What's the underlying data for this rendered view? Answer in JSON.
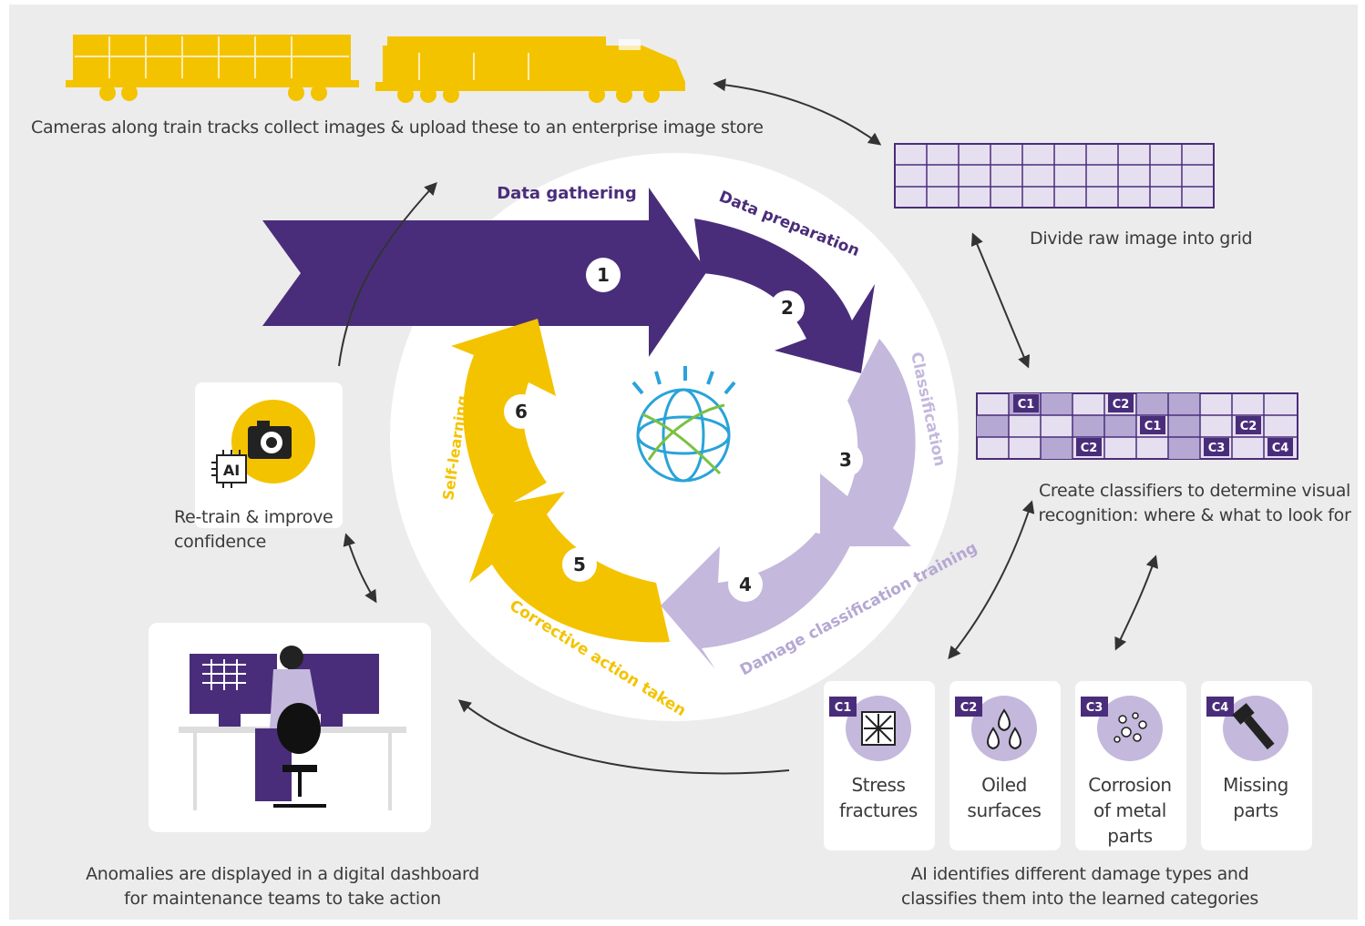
{
  "steps": [
    {
      "number": "1",
      "label": "Data gathering"
    },
    {
      "number": "2",
      "label": "Data preparation"
    },
    {
      "number": "3",
      "label": "Classification"
    },
    {
      "number": "4",
      "label": "Damage classification training"
    },
    {
      "number": "5",
      "label": "Corrective action taken"
    },
    {
      "number": "6",
      "label": "Self-learning"
    }
  ],
  "captions": {
    "cameras": "Cameras along train tracks collect images & upload these to an enterprise image store",
    "grid": "Divide raw image into grid",
    "classifiers_line1": "Create classifiers to determine visual",
    "classifiers_line2": "recognition: where & what to look for",
    "retrain_line1": "Re-train & improve",
    "retrain_line2": "confidence",
    "dashboard_line1": "Anomalies are displayed in a digital dashboard",
    "dashboard_line2": "for maintenance teams to take action",
    "identify_line1": "AI identifies different damage types and",
    "identify_line2": "classifies them into the learned categories"
  },
  "ai_chip_label": "AI",
  "grid_tags": [
    "C1",
    "C2",
    "C1",
    "C2",
    "C2",
    "C3",
    "C4"
  ],
  "damage_types": [
    {
      "code": "C1",
      "line1": "Stress",
      "line2": "fractures",
      "line3": ""
    },
    {
      "code": "C2",
      "line1": "Oiled",
      "line2": "surfaces",
      "line3": ""
    },
    {
      "code": "C3",
      "line1": "Corrosion",
      "line2": "of metal",
      "line3": "parts"
    },
    {
      "code": "C4",
      "line1": "Missing",
      "line2": "parts",
      "line3": ""
    }
  ],
  "colors": {
    "purple": "#4a2d7a",
    "lavender": "#c4b8dc",
    "yellow": "#f4c300",
    "panel": "#ececec"
  }
}
